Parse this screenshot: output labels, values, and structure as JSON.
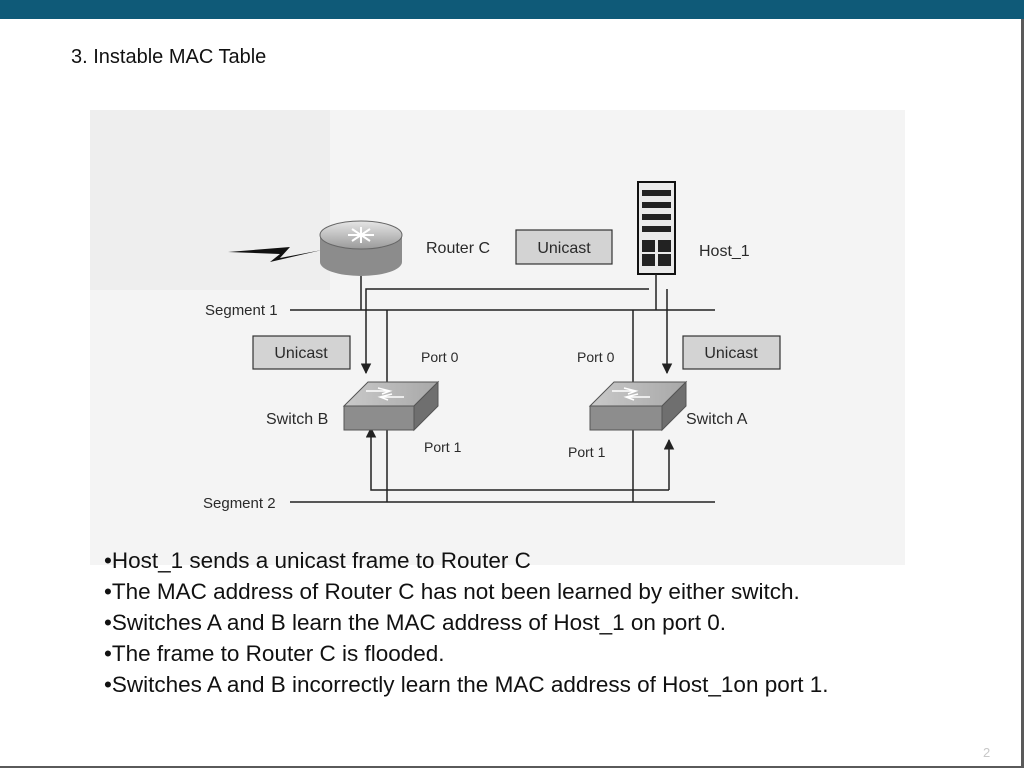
{
  "slide": {
    "title": "3. Instable MAC Table",
    "page_number": "2"
  },
  "diagram": {
    "router_label": "Router C",
    "host_label": "Host_1",
    "switch_b_label": "Switch B",
    "switch_a_label": "Switch A",
    "segment1_label": "Segment 1",
    "segment2_label": "Segment 2",
    "unicast_top": "Unicast",
    "unicast_left": "Unicast",
    "unicast_right": "Unicast",
    "switch_b_port0": "Port 0",
    "switch_b_port1": "Port 1",
    "switch_a_port0": "Port 0",
    "switch_a_port1": "Port 1"
  },
  "bullets": [
    "•Host_1 sends a unicast frame to Router C",
    "•The MAC address of Router C has not been learned by either switch.",
    "•Switches A and B learn the MAC address of Host_1 on port 0.",
    "•The frame to Router C is flooded.",
    "•Switches A and B incorrectly learn the MAC address of Host_1on port 1."
  ],
  "colors": {
    "header_bar": "#0f5a78"
  }
}
